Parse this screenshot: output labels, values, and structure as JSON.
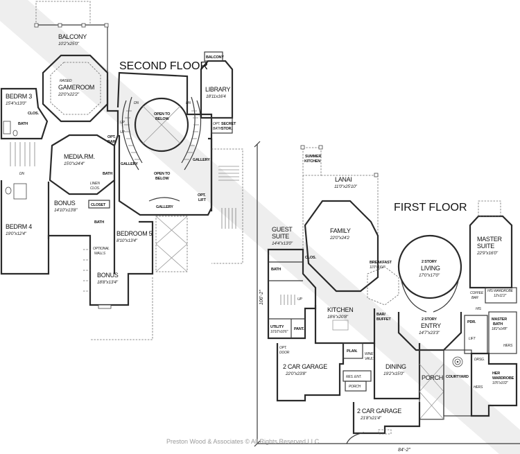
{
  "watermark": "Preston Wood & Associates © All Rights Reserved LLC",
  "second_floor": {
    "title": "SECOND FLOOR",
    "rooms": {
      "balcony_main": {
        "name": "BALCONY",
        "dim": "10'2\"x25'0\""
      },
      "gameroom": {
        "prefix": "RAISED",
        "name": "GAMEROOM",
        "dim": "22'0\"x22'2\""
      },
      "bedrm3": {
        "name": "BEDRM 3",
        "dim": "15'4\"x13'0\""
      },
      "clos3": {
        "name": "CLOS."
      },
      "bath3": {
        "name": "BATH"
      },
      "media": {
        "name": "MEDIA.RM.",
        "dim": "15'0\"x24'4\""
      },
      "opt_bar": {
        "name": "OPT.",
        "name2": "BAR"
      },
      "open_below_1": {
        "name": "OPEN TO",
        "name2": "BELOW"
      },
      "open_below_2": {
        "name": "OPEN TO",
        "name2": "BELOW"
      },
      "gallery_left": {
        "name": "GALLERY"
      },
      "gallery_right": {
        "name": "GALLERY"
      },
      "gallery_bottom": {
        "name": "GALLERY"
      },
      "library_balcony": {
        "name": "BALCONY"
      },
      "library": {
        "name": "LIBRARY",
        "dim": "18'11x16'4"
      },
      "opt_bath": {
        "name": "OPT.",
        "name2": "BATH"
      },
      "secret_stor": {
        "name": "SECRET",
        "name2": "STOR."
      },
      "opt_lift": {
        "name": "OPT.",
        "name2": "LIFT"
      },
      "bonus1": {
        "name": "BONUS",
        "dim": "14'10\"x13'8\""
      },
      "linen": {
        "name": "LINEN",
        "name2": "CLOS."
      },
      "bath_hall": {
        "name": "BATH"
      },
      "closet": {
        "name": "CLOSET"
      },
      "bedrm4": {
        "name": "BEDRM 4",
        "dim": "19'0\"x12'4\""
      },
      "bedroom5": {
        "name": "BEDROOM 5",
        "dim": "8'10\"x13'4\""
      },
      "bath5": {
        "name": "BATH"
      },
      "optional_walls": {
        "name": "OPTIONAL",
        "name2": "WALLS"
      },
      "bonus2": {
        "name": "BONUS",
        "dim": "18'8\"x13'4\""
      },
      "up1": "UP",
      "up2": "UP",
      "dn1": "DN",
      "dn2": "DN",
      "dn3": "DN"
    }
  },
  "first_floor": {
    "title": "FIRST FLOOR",
    "overall_depth": "106'-2\"",
    "overall_width": "84'-2\"",
    "rooms": {
      "summer_kitchen": {
        "name": "SUMMER",
        "name2": "KITCHEN"
      },
      "lanai": {
        "name": "LANAI",
        "dim": "11'0\"x25'10\""
      },
      "guest_suite": {
        "name": "GUEST",
        "name2": "SUITE",
        "dim": "14'4\"x13'0\""
      },
      "family": {
        "name": "FAMILY",
        "dim": "22'0\"x24'2"
      },
      "clos_guest": {
        "name": "CLOS."
      },
      "bath_guest": {
        "name": "BATH"
      },
      "breakfast": {
        "name": "BREAKFAST",
        "dim": "11'0\"x16'4\""
      },
      "living": {
        "prefix": "2 STORY",
        "name": "LIVING",
        "dim": "17'0\"x17'0\""
      },
      "master_suite": {
        "name": "MASTER",
        "name2": "SUITE",
        "dim": "22'9\"x16'0\""
      },
      "coffee_bar": {
        "name": "COFFEE",
        "name2": "BAR"
      },
      "his_wardrobe": {
        "name": "HIS",
        "name2": "WARDROBE",
        "dim": "12'x11'2\""
      },
      "his": {
        "name": "HIS"
      },
      "utility": {
        "name": "UTILITY",
        "dim": "10'10\"x10'6\""
      },
      "pant": {
        "name": "PANT."
      },
      "kitchen": {
        "name": "KITCHEN",
        "dim": "18'6\"x20'8\""
      },
      "bar_buffet": {
        "name": "BAR/",
        "name2": "BUFFET"
      },
      "entry": {
        "prefix": "2 STORY",
        "name": "ENTRY",
        "dim": "14'7\"x23'3\""
      },
      "pdr": {
        "name": "PDR."
      },
      "lift": {
        "name": "LIFT"
      },
      "master_bath": {
        "name": "MASTER",
        "name2": "BATH",
        "dim": "18'2\"x14'8\""
      },
      "opt_door": {
        "name": "OPT.",
        "name2": "DOOR"
      },
      "plan": {
        "name": "PLAN."
      },
      "wine_vault": {
        "name": "WINE",
        "name2": "VAULT"
      },
      "garage1": {
        "name": "2 CAR GARAGE",
        "dim": "22'0\"x23'8\""
      },
      "res_ent": {
        "name": "RES. ENT."
      },
      "porch_small": {
        "name": "PORCH"
      },
      "dining": {
        "name": "DINING",
        "dim": "19'2\"x15'0\""
      },
      "porch": {
        "name": "PORCH"
      },
      "courtyard": {
        "name": "COURTYARD"
      },
      "drsg": {
        "name": "DRSG."
      },
      "hers": {
        "name": "HERS"
      },
      "her_wardrobe": {
        "name": "HER",
        "name2": "WARDROBE",
        "dim": "10'5\"x10'2\""
      },
      "hers2": {
        "name": "HERS"
      },
      "garage2": {
        "name": "2 CAR GARAGE",
        "dim": "21'8\"x21'4\""
      },
      "up": "UP"
    }
  }
}
